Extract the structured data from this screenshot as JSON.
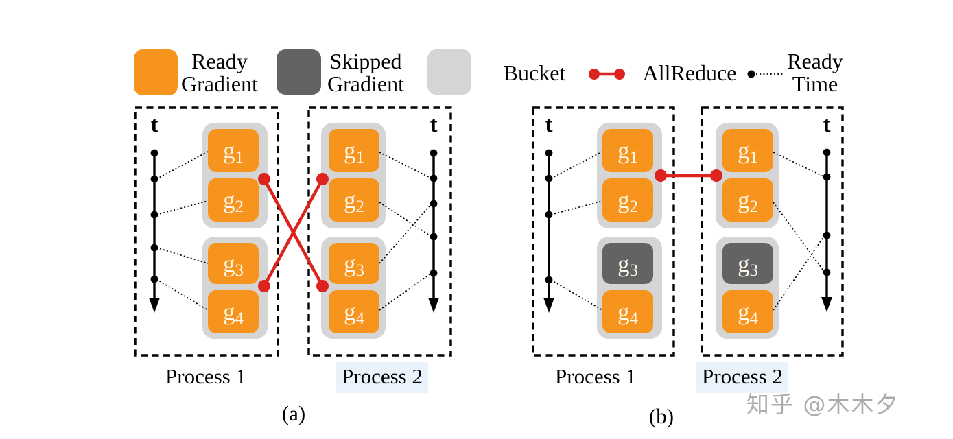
{
  "colors": {
    "ready": "#F7941D",
    "skipped": "#636363",
    "bucket": "#D5D5D5",
    "allreduce": "#DD231D",
    "highlight": "#EAF2FB",
    "watermark": "#ACACAC",
    "grad_label": "#FDF8EB",
    "ink": "#000000"
  },
  "legend": {
    "items": [
      {
        "label": "Ready Gradient",
        "swatch": "ready-gradient"
      },
      {
        "label": "Skipped Gradient",
        "swatch": "skipped-gradient"
      },
      {
        "label": "Bucket",
        "swatch": "bucket"
      },
      {
        "label": "AllReduce",
        "swatch": "allreduce-line"
      },
      {
        "label": "Ready Time",
        "swatch": "ready-time-dotted-line"
      }
    ]
  },
  "timeline_axis_label": "t",
  "panels": [
    {
      "caption": "(a)",
      "processes": [
        {
          "label": "Process 1",
          "highlighted": false,
          "gradients": [
            {
              "base": "g",
              "sub": "1",
              "state": "ready"
            },
            {
              "base": "g",
              "sub": "2",
              "state": "ready"
            },
            {
              "base": "g",
              "sub": "3",
              "state": "ready"
            },
            {
              "base": "g",
              "sub": "4",
              "state": "ready"
            }
          ]
        },
        {
          "label": "Process 2",
          "highlighted": true,
          "gradients": [
            {
              "base": "g",
              "sub": "1",
              "state": "ready"
            },
            {
              "base": "g",
              "sub": "2",
              "state": "ready"
            },
            {
              "base": "g",
              "sub": "3",
              "state": "ready"
            },
            {
              "base": "g",
              "sub": "4",
              "state": "ready"
            }
          ]
        }
      ],
      "allreduce_links": [
        {
          "from": "process1.bucket1",
          "to": "process2.bucket2"
        },
        {
          "from": "process1.bucket2",
          "to": "process2.bucket1"
        }
      ]
    },
    {
      "caption": "(b)",
      "processes": [
        {
          "label": "Process 1",
          "highlighted": false,
          "gradients": [
            {
              "base": "g",
              "sub": "1",
              "state": "ready"
            },
            {
              "base": "g",
              "sub": "2",
              "state": "ready"
            },
            {
              "base": "g",
              "sub": "3",
              "state": "skipped"
            },
            {
              "base": "g",
              "sub": "4",
              "state": "ready"
            }
          ]
        },
        {
          "label": "Process 2",
          "highlighted": true,
          "gradients": [
            {
              "base": "g",
              "sub": "1",
              "state": "ready"
            },
            {
              "base": "g",
              "sub": "2",
              "state": "ready"
            },
            {
              "base": "g",
              "sub": "3",
              "state": "skipped"
            },
            {
              "base": "g",
              "sub": "4",
              "state": "ready"
            }
          ]
        }
      ],
      "allreduce_links": [
        {
          "from": "process1.bucket1",
          "to": "process2.bucket1"
        }
      ]
    }
  ],
  "watermark": "知乎 @木木夕"
}
